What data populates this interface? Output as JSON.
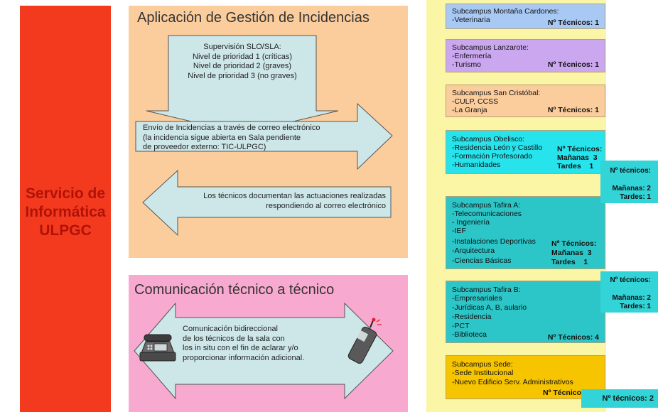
{
  "left": {
    "title_lines": [
      "Servicio de",
      "Informática",
      "ULPGC"
    ]
  },
  "app_panel": {
    "title": "Aplicación de Gestión de Incidencias",
    "sla_lines": [
      "Supervisión SLO/SLA:",
      "Nivel de prioridad 1 (críticas)",
      "Nivel de prioridad 2 (graves)",
      "Nivel de prioridad 3 (no graves)"
    ],
    "email_lines": [
      "Envío de Incidencias a través de correo electrónico",
      "(la incidencia sigue abierta en Sala pendiente",
      "de proveedor externo: TIC-ULPGC)"
    ],
    "doc_lines": [
      "Los técnicos documentan las actuaciones realizadas",
      "respondiendo al correo electrónico"
    ]
  },
  "comm_panel": {
    "title": "Comunicación técnico a técnico",
    "text_lines": [
      "Comunicación bidireccional",
      "de los técnicos de la sala con",
      "los in situ con el fin de aclarar y/o",
      "proporcionar información adicional."
    ]
  },
  "campus": [
    {
      "title": "Subcampus Montaña Cardones:",
      "lines": [
        "-Veterinaria"
      ],
      "tech": "Nº Técnicos: 1",
      "color": "#a9c9f5"
    },
    {
      "title": "Subcampus Lanzarote:",
      "lines": [
        "-Enfermería",
        "-Turismo"
      ],
      "tech": "Nº Técnicos: 1",
      "color": "#cba7f0"
    },
    {
      "title": "Subcampus San Cristóbal:",
      "lines": [
        "-CULP, CCSS",
        "-La Granja"
      ],
      "tech": "Nº Técnicos: 1",
      "color": "#fbcd9c"
    },
    {
      "title": "Subcampus Obelisco:",
      "lines": [
        "-Residencia León y Castillo",
        "-Formación Profesorado",
        "-Humanidades"
      ],
      "tech_lines": [
        "Nº Técnicos:",
        "Mañanas  3",
        "Tardes    1"
      ],
      "color": "#27e3ec"
    },
    {
      "title": "Subcampus Tafira A:",
      "lines": [
        "-Telecomunicaciones",
        "- Ingeniería",
        "-IEF",
        "-Instalaciones Deportivas",
        "-Arquitectura",
        "-Ciencias Básicas"
      ],
      "tech_lines": [
        "Nº Técnicos:",
        "Mañanas  3",
        "Tardes    1"
      ],
      "color": "#2cc6c8"
    },
    {
      "title": "Subcampus Tafira B:",
      "lines": [
        "-Empresariales",
        "-Jurídicas A, B, aulario",
        "-Residencia",
        "-PCT",
        "-Biblioteca"
      ],
      "tech": "Nº Técnicos: 4",
      "color": "#2cc6c8"
    },
    {
      "title": "Subcampus Sede:",
      "lines": [
        "-Sede Institucional",
        "-Nuevo Edificio Serv. Administrativos"
      ],
      "tech": "Nº Técnicos",
      "color": "#f7c400"
    }
  ],
  "callouts": [
    {
      "lines": [
        "Nº técnicos:",
        "Mañanas: 2",
        "Tardes: 1"
      ]
    },
    {
      "lines": [
        "Nº técnicos:",
        "Mañanas: 2",
        "Tardes: 1"
      ]
    },
    {
      "lines": [
        "Nº técnicos: 2"
      ]
    }
  ],
  "colors": {
    "left_bar": "#f33a1f",
    "left_text": "#b01208",
    "app_panel": "#fbcd9c",
    "comm_panel": "#f8a9cf",
    "right_column": "#fbf5a6",
    "arrow_fill": "#cde6e8",
    "callout": "#33d4d8"
  }
}
